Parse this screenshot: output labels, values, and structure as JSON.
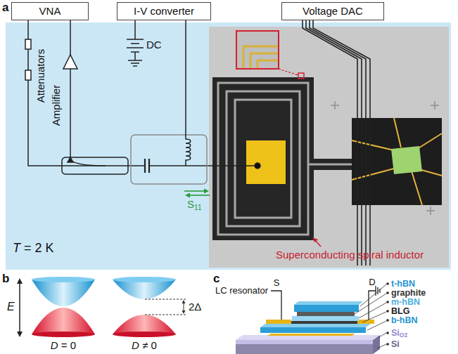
{
  "diagram": {
    "nodes": [
      {
        "text": [
          "VNA"
        ]
      },
      {
        "text": [
          "I-V converter"
        ]
      },
      {
        "text": [
          "Voltage DAC"
        ]
      }
    ],
    "labels": [
      "a",
      "Attenuators",
      "Amplifier",
      "DC",
      "S11",
      "T = 2 K",
      "Superconducting spiral inductor",
      "b",
      "E",
      "D = 0",
      "D ≠ 0",
      "2Δ",
      "c",
      "LC resonator",
      "S",
      "D",
      "t-hBN",
      "graphite",
      "m-hBN",
      "BLG",
      "b-hBN",
      "Si",
      "SiO2"
    ]
  }
}
